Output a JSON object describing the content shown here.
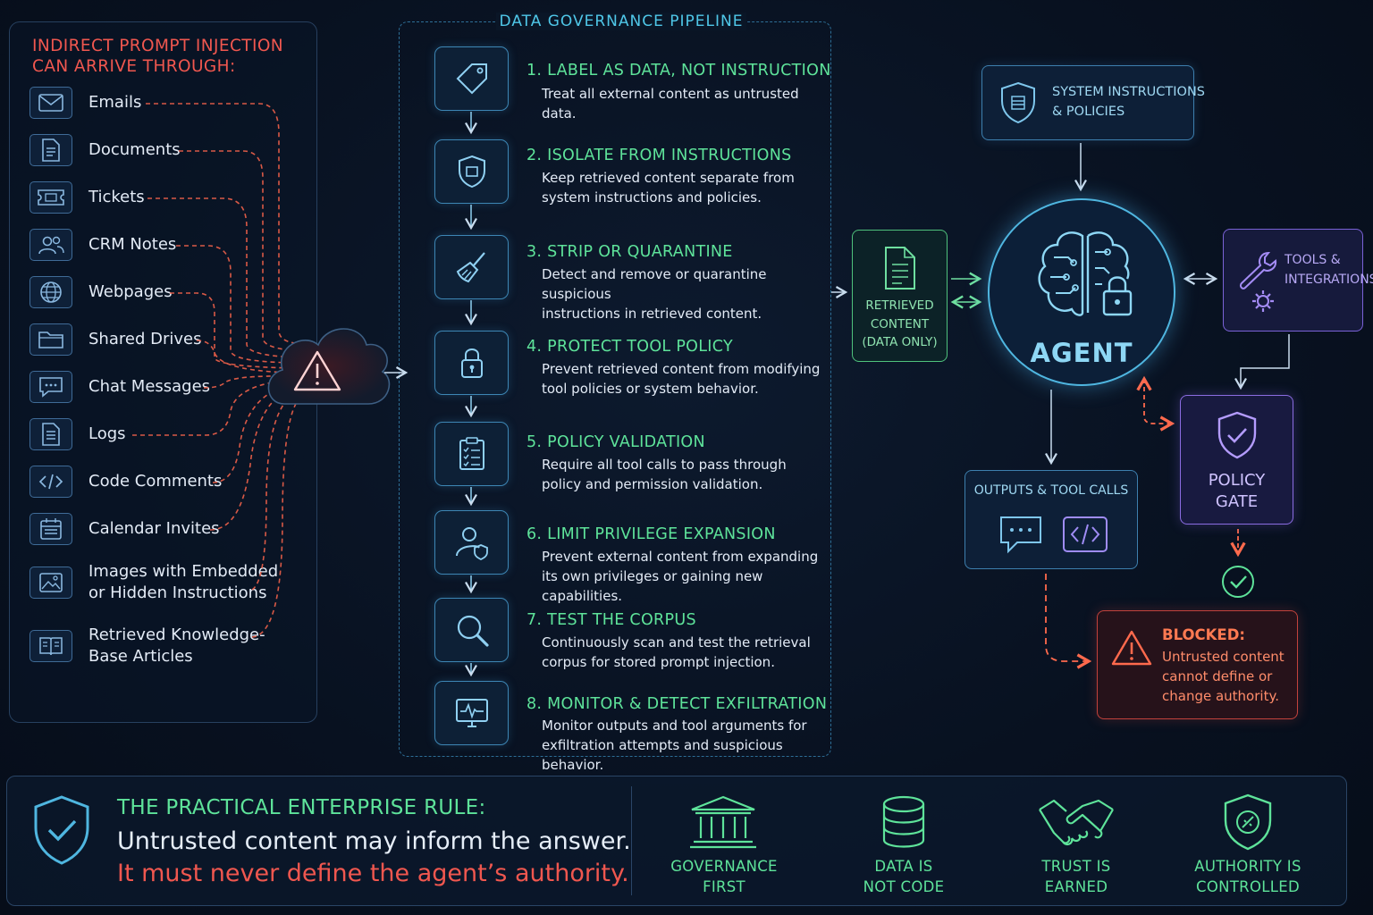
{
  "sources": {
    "title_line1": "INDIRECT PROMPT INJECTION",
    "title_line2": "CAN ARRIVE THROUGH:",
    "items": [
      {
        "label": "Emails",
        "icon": "envelope-icon"
      },
      {
        "label": "Documents",
        "icon": "document-icon"
      },
      {
        "label": "Tickets",
        "icon": "ticket-icon"
      },
      {
        "label": "CRM Notes",
        "icon": "users-icon"
      },
      {
        "label": "Webpages",
        "icon": "globe-icon"
      },
      {
        "label": "Shared Drives",
        "icon": "folder-icon"
      },
      {
        "label": "Chat Messages",
        "icon": "chat-icon"
      },
      {
        "label": "Logs",
        "icon": "log-icon"
      },
      {
        "label": "Code Comments",
        "icon": "code-icon"
      },
      {
        "label": "Calendar Invites",
        "icon": "calendar-icon"
      },
      {
        "label_line1": "Images with Embedded",
        "label_line2": "or Hidden Instructions",
        "icon": "image-icon"
      },
      {
        "label_line1": "Retrieved Knowledge-",
        "label_line2": "Base Articles",
        "icon": "book-icon"
      }
    ]
  },
  "pipeline": {
    "title": "DATA GOVERNANCE PIPELINE",
    "steps": [
      {
        "title": "1. LABEL AS DATA, NOT INSTRUCTION",
        "desc_line1": "Treat all external content as untrusted data.",
        "desc_line2": "",
        "icon": "tag-icon"
      },
      {
        "title": "2. ISOLATE FROM INSTRUCTIONS",
        "desc_line1": "Keep retrieved content separate from",
        "desc_line2": "system instructions and policies.",
        "icon": "shield-icon"
      },
      {
        "title": "3. STRIP OR QUARANTINE",
        "desc_line1": "Detect and remove or quarantine suspicious",
        "desc_line2": "instructions in retrieved content.",
        "icon": "broom-icon"
      },
      {
        "title": "4. PROTECT TOOL POLICY",
        "desc_line1": "Prevent retrieved content from modifying",
        "desc_line2": "tool policies or system behavior.",
        "icon": "lock-icon"
      },
      {
        "title": "5. POLICY VALIDATION",
        "desc_line1": "Require all tool calls to pass through",
        "desc_line2": "policy and permission validation.",
        "icon": "checklist-icon"
      },
      {
        "title": "6. LIMIT PRIVILEGE EXPANSION",
        "desc_line1": "Prevent external content from expanding",
        "desc_line2": "its own privileges or gaining new capabilities.",
        "icon": "user-shield-icon"
      },
      {
        "title": "7. TEST THE CORPUS",
        "desc_line1": "Continuously scan and test the retrieval",
        "desc_line2": "corpus for stored prompt injection.",
        "icon": "magnifier-icon"
      },
      {
        "title": "8. MONITOR & DETECT EXFILTRATION",
        "desc_line1": "Monitor outputs and tool arguments for",
        "desc_line2": "exfiltration attempts and suspicious behavior.",
        "icon": "monitor-icon"
      }
    ]
  },
  "architecture": {
    "system_line1": "SYSTEM INSTRUCTIONS",
    "system_line2": "& POLICIES",
    "retrieved_line1": "RETRIEVED",
    "retrieved_line2": "CONTENT",
    "retrieved_line3": "(DATA ONLY)",
    "agent": "AGENT",
    "tools_line1": "TOOLS &",
    "tools_line2": "INTEGRATIONS",
    "policy_line1": "POLICY",
    "policy_line2": "GATE",
    "outputs": "OUTPUTS & TOOL CALLS",
    "blocked_title": "BLOCKED:",
    "blocked_line1": "Untrusted content",
    "blocked_line2": "cannot define or",
    "blocked_line3": "change authority."
  },
  "rule": {
    "title": "THE PRACTICAL ENTERPRISE RULE:",
    "line1": "Untrusted content may inform the answer.",
    "line2": "It must never define the agent’s authority."
  },
  "pillars": [
    {
      "line1": "GOVERNANCE",
      "line2": "FIRST",
      "icon": "institution-icon"
    },
    {
      "line1": "DATA IS",
      "line2": "NOT CODE",
      "icon": "database-icon"
    },
    {
      "line1": "TRUST IS",
      "line2": "EARNED",
      "icon": "handshake-icon"
    },
    {
      "line1": "AUTHORITY IS",
      "line2": "CONTROLLED",
      "icon": "shield-x-icon"
    }
  ],
  "colors": {
    "threat": "#f0574f",
    "governance": "#5ee39a",
    "pipeline_accent": "#4fc7e8",
    "policy": "#8a6ce0",
    "background": "#081120"
  }
}
